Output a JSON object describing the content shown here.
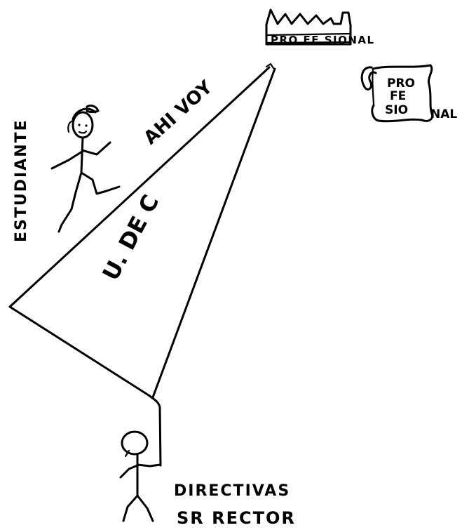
{
  "drawing": {
    "labels": {
      "professional_banner": "PRO FE SIONAL",
      "diploma_line1": "PRO",
      "diploma_line2": "FE",
      "diploma_line3": "SIO",
      "diploma_tail": "NAL",
      "ahi_voy": "AHI VOY",
      "estudiante": "ESTUDIANTE",
      "university": "U. DE C",
      "directivas": "DIRECTIVAS",
      "rector": "SR RECTOR"
    },
    "icons": {
      "building": "building-icon",
      "diploma": "diploma-scroll-icon",
      "student": "running-stick-figure-icon",
      "rector": "standing-stick-figure-icon"
    },
    "colors": {
      "ink": "#000000",
      "paper": "#ffffff"
    }
  }
}
